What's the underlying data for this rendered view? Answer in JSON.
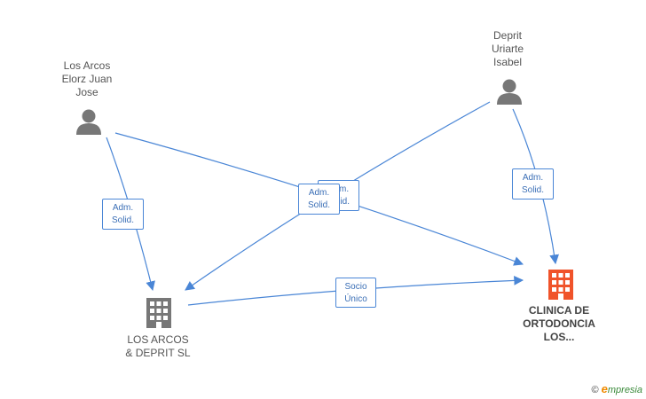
{
  "nodes": {
    "person_losarcos": {
      "label": "Los Arcos\nElorz Juan\nJose",
      "type": "person",
      "icon": "person-icon"
    },
    "person_deprit": {
      "label": "Deprit\nUriarte\nIsabel",
      "type": "person",
      "icon": "person-icon"
    },
    "company_losarcos": {
      "label": "LOS ARCOS\n& DEPRIT SL",
      "type": "company",
      "icon": "building-icon"
    },
    "company_clinica": {
      "label": "CLINICA DE\nORTODONCIA\nLOS...",
      "type": "company",
      "icon": "building-icon",
      "focus": true
    }
  },
  "edges": {
    "e1": {
      "label": "Adm.\nSolid.",
      "from": "person_losarcos",
      "to": "company_losarcos"
    },
    "e2": {
      "label": "Adm.\nSolid.",
      "from": "person_losarcos",
      "to": "company_clinica"
    },
    "e3": {
      "label": "Adm.\nSolid.",
      "from": "person_deprit",
      "to": "company_losarcos"
    },
    "e4": {
      "label": "Adm.\nSolid.",
      "from": "person_deprit",
      "to": "company_clinica"
    },
    "e5": {
      "label": "Socio\nÚnico",
      "from": "company_losarcos",
      "to": "company_clinica"
    }
  },
  "colors": {
    "edge": "#4a86d6",
    "person_icon": "#777777",
    "company_icon": "#777777",
    "focus_icon": "#f0532a"
  },
  "footer": {
    "copyright": "©",
    "brand_initial": "e",
    "brand_rest": "mpresia"
  }
}
